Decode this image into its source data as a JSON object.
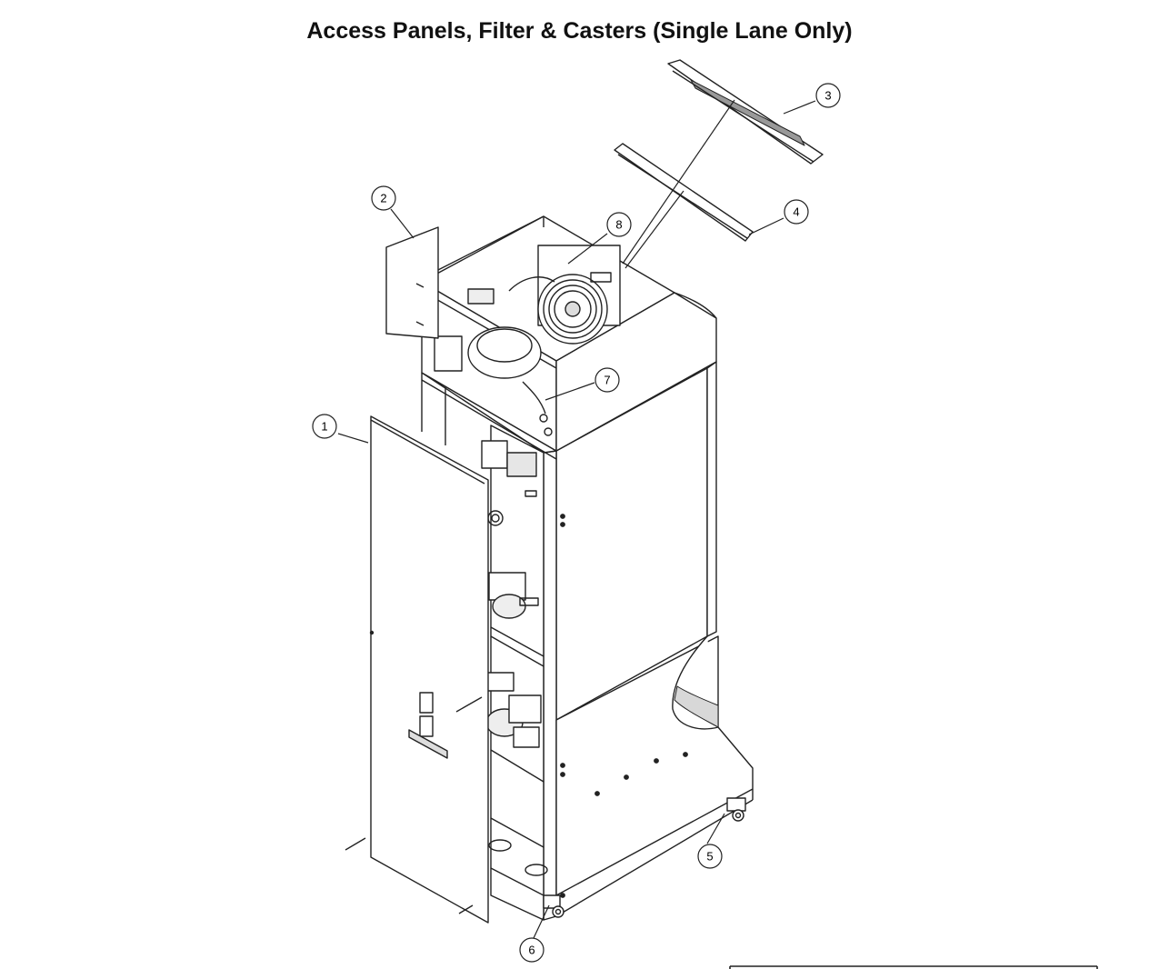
{
  "title": "Access Panels, Filter & Casters (Single Lane Only)",
  "callouts": [
    {
      "number": "1"
    },
    {
      "number": "2"
    },
    {
      "number": "3"
    },
    {
      "number": "4"
    },
    {
      "number": "5"
    },
    {
      "number": "6"
    },
    {
      "number": "7"
    },
    {
      "number": "8"
    }
  ],
  "colors": {
    "line": "#222222",
    "paper": "#ffffff",
    "shade": "#cfcfcf"
  }
}
